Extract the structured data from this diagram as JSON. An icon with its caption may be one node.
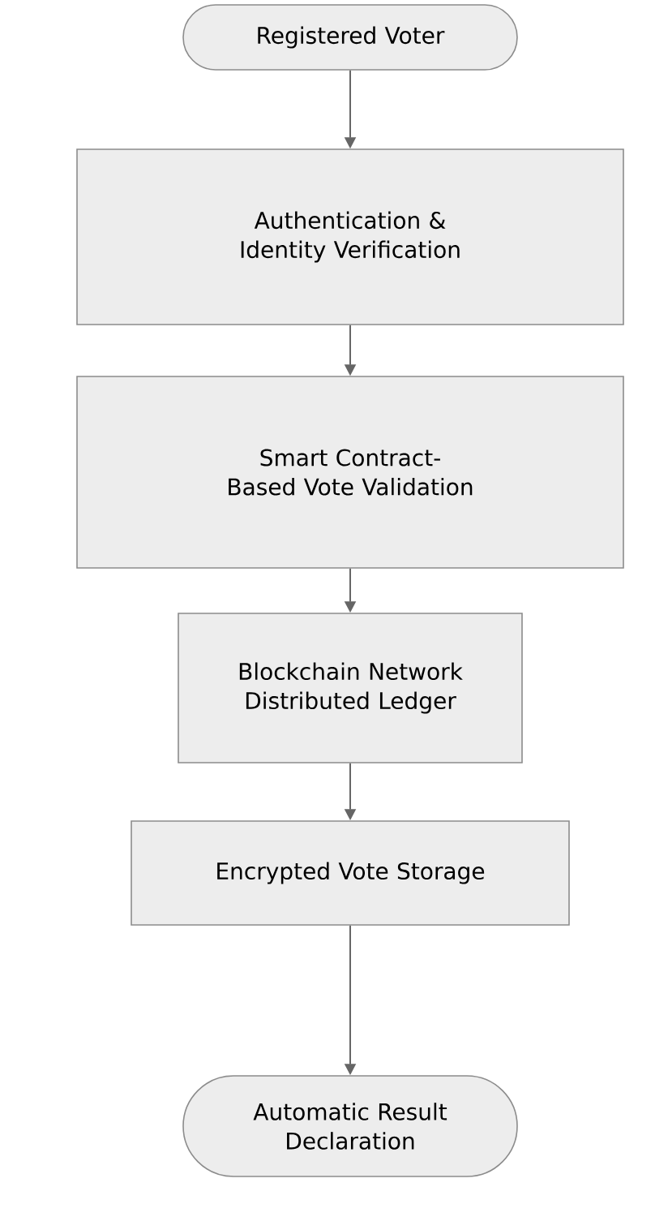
{
  "diagram": {
    "nodes": [
      {
        "text": [
          "Registered Voter"
        ]
      },
      {
        "text": [
          "Authentication & Identity Verification"
        ]
      },
      {
        "text": [
          "Smart Contract-Based Vote Validation"
        ]
      },
      {
        "text": [
          "Blockchain Network Distributed Ledger"
        ]
      },
      {
        "text": [
          "Encrypted Vote Storage"
        ]
      },
      {
        "text": [
          "Automatic Result Declaration"
        ]
      }
    ],
    "edges": [
      {
        "from": 0,
        "to": 1,
        "arrow": "to"
      },
      {
        "from": 1,
        "to": 2,
        "arrow": "to"
      },
      {
        "from": 2,
        "to": 3,
        "arrow": "to"
      },
      {
        "from": 3,
        "to": 4,
        "arrow": "to"
      },
      {
        "from": 4,
        "to": 5,
        "arrow": "to"
      }
    ]
  }
}
